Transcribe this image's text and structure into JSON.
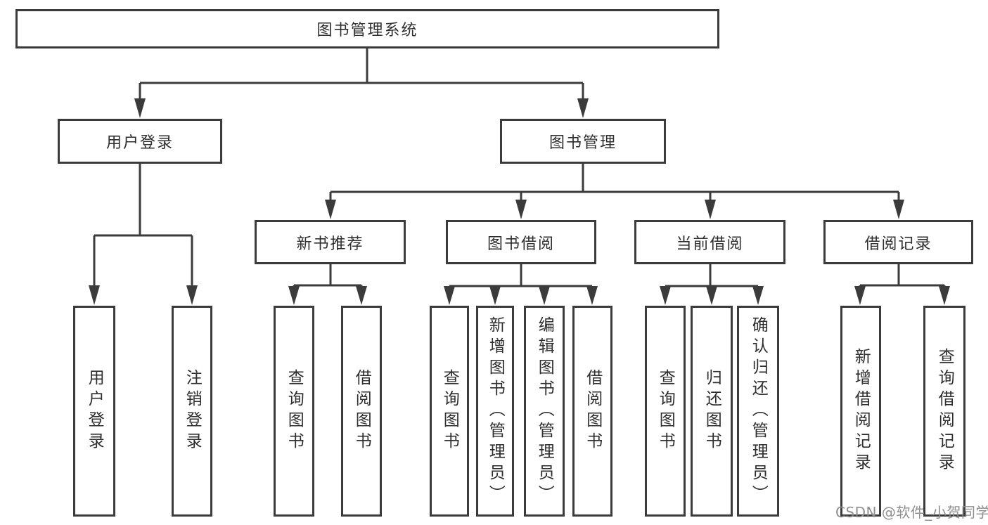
{
  "diagram": {
    "root": {
      "label": "图书管理系统"
    },
    "level2": [
      {
        "id": "user-login",
        "label": "用户登录"
      },
      {
        "id": "book-management",
        "label": "图书管理"
      }
    ],
    "level3": [
      {
        "id": "new-book-recommendation",
        "label": "新书推荐",
        "parent": "book-management"
      },
      {
        "id": "book-borrowing",
        "label": "图书借阅",
        "parent": "book-management"
      },
      {
        "id": "current-borrowing",
        "label": "当前借阅",
        "parent": "book-management"
      },
      {
        "id": "borrowing-records",
        "label": "借阅记录",
        "parent": "book-management"
      }
    ],
    "leaves": [
      {
        "parent": "user-login",
        "label": "用户登录"
      },
      {
        "parent": "user-login",
        "label": "注销登录"
      },
      {
        "parent": "new-book-recommendation",
        "label": "查询图书"
      },
      {
        "parent": "new-book-recommendation",
        "label": "借阅图书"
      },
      {
        "parent": "book-borrowing",
        "label": "查询图书"
      },
      {
        "parent": "book-borrowing",
        "label": "新增图书（管理员）"
      },
      {
        "parent": "book-borrowing",
        "label": "编辑图书（管理员）"
      },
      {
        "parent": "book-borrowing",
        "label": "借阅图书"
      },
      {
        "parent": "current-borrowing",
        "label": "查询图书"
      },
      {
        "parent": "current-borrowing",
        "label": "归还图书"
      },
      {
        "parent": "current-borrowing",
        "label": "确认归还（管理员）"
      },
      {
        "parent": "borrowing-records",
        "label": "新增借阅记录"
      },
      {
        "parent": "borrowing-records",
        "label": "查询借阅记录"
      }
    ]
  },
  "watermark": {
    "text": "CSDN @软件_小贺同学"
  },
  "colors": {
    "line": "#3b3b3b",
    "text": "#2e2e2e",
    "watermark": "#8f8f8f",
    "background": "#ffffff"
  }
}
